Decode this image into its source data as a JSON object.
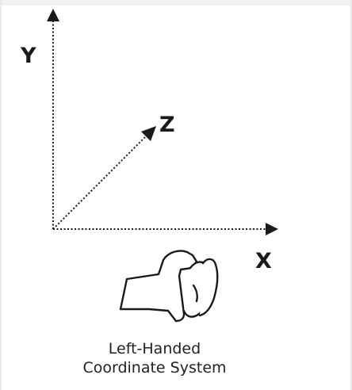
{
  "axes": {
    "y_label": "Y",
    "z_label": "Z",
    "x_label": "X"
  },
  "icons": {
    "hand": "left-hand-icon"
  },
  "caption": {
    "line1": "Left-Handed",
    "line2": "Coordinate System"
  },
  "colors": {
    "ink": "#1a1a1a",
    "background": "#ffffff"
  }
}
